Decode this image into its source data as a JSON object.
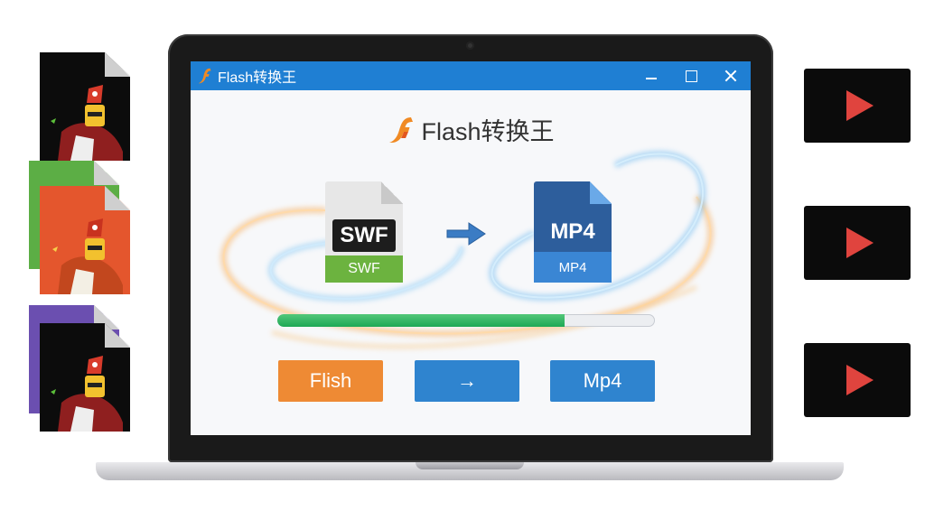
{
  "app": {
    "window_title": "Flash转换王",
    "brand_title": "Flash转换王"
  },
  "titlebar": {
    "icons": [
      "minimize-icon",
      "maximize-icon",
      "close-icon"
    ]
  },
  "conversion": {
    "source_format_big": "SWF",
    "source_format_small": "SWF",
    "target_format_big": "MP4",
    "target_format_small": "MP4",
    "progress": 0.76
  },
  "buttons": {
    "source_label": "Flish",
    "arrow_label": "→",
    "target_label": "Mp4"
  },
  "colors": {
    "titlebar": "#1f7fd3",
    "accent_orange": "#ee8a34",
    "accent_blue": "#2f84cf",
    "progress_green": "#1ea855",
    "play_red": "#e0443e"
  },
  "side_items": {
    "source_files": [
      "flash-file",
      "flash-file",
      "flash-file"
    ],
    "output_videos": [
      "video-file",
      "video-file",
      "video-file"
    ]
  }
}
